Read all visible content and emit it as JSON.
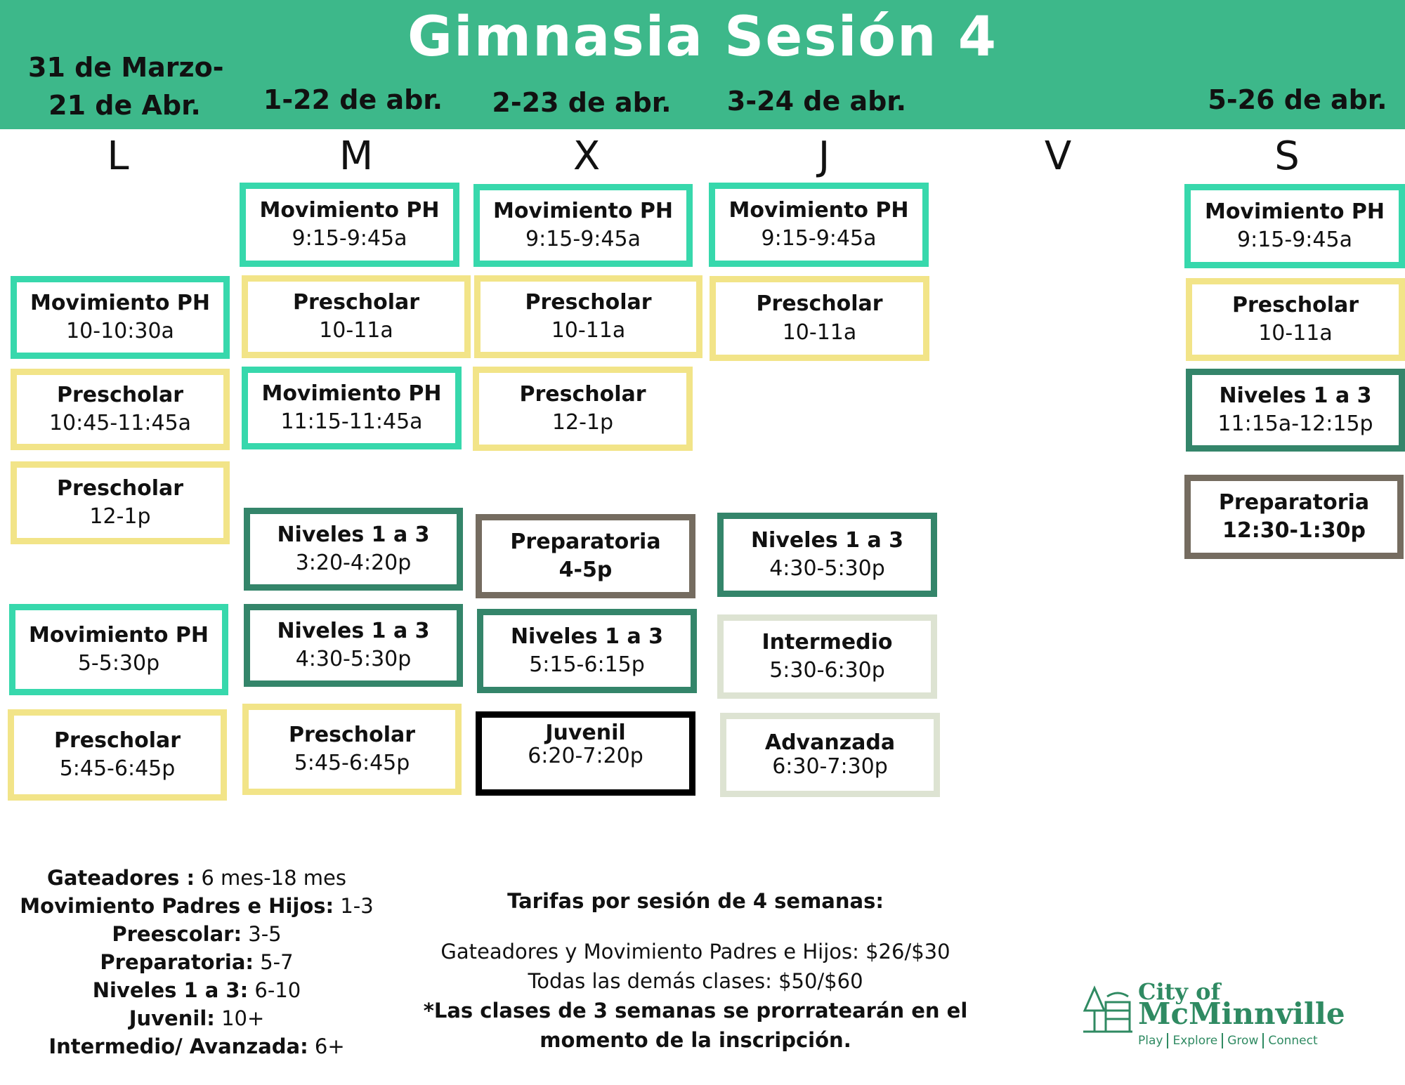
{
  "title": "Gimnasia Sesión 4",
  "dates": {
    "lunes": [
      "31 de Marzo-",
      "21 de Abr."
    ],
    "martes": "1-22 de abr.",
    "miercoles": "2-23 de abr.",
    "jueves": "3-24 de abr.",
    "sabado": "5-26 de abr."
  },
  "days": [
    "L",
    "M",
    "X",
    "J",
    "V",
    "S"
  ],
  "classes": {
    "L": [
      {
        "name": "Movimiento PH",
        "time": "10-10:30a"
      },
      {
        "name": "Prescholar",
        "time": "10:45-11:45a"
      },
      {
        "name": "Prescholar",
        "time": "12-1p"
      },
      {
        "name": "Movimiento PH",
        "time": "5-5:30p"
      },
      {
        "name": "Prescholar",
        "time": "5:45-6:45p"
      }
    ],
    "M": [
      {
        "name": "Movimiento PH",
        "time": "9:15-9:45a"
      },
      {
        "name": "Prescholar",
        "time": "10-11a"
      },
      {
        "name": "Movimiento PH",
        "time": "11:15-11:45a"
      },
      {
        "name": "Niveles 1 a 3",
        "time": "3:20-4:20p"
      },
      {
        "name": "Niveles 1 a 3",
        "time": "4:30-5:30p"
      },
      {
        "name": "Prescholar",
        "time": "5:45-6:45p"
      }
    ],
    "X": [
      {
        "name": "Movimiento PH",
        "time": "9:15-9:45a"
      },
      {
        "name": "Prescholar",
        "time": "10-11a"
      },
      {
        "name": "Prescholar",
        "time": "12-1p"
      },
      {
        "name": "Preparatoria",
        "time": "4-5p"
      },
      {
        "name": "Niveles 1 a 3",
        "time": "5:15-6:15p"
      },
      {
        "name": "Juvenil",
        "time": "6:20-7:20p"
      }
    ],
    "J": [
      {
        "name": "Movimiento PH",
        "time": "9:15-9:45a"
      },
      {
        "name": "Prescholar",
        "time": "10-11a"
      },
      {
        "name": "Niveles 1 a 3",
        "time": "4:30-5:30p"
      },
      {
        "name": "Intermedio",
        "time": "5:30-6:30p"
      },
      {
        "name": "Advanzada",
        "time": "6:30-7:30p"
      }
    ],
    "S": [
      {
        "name": "Movimiento PH",
        "time": "9:15-9:45a"
      },
      {
        "name": "Prescholar",
        "time": "10-11a"
      },
      {
        "name": "Niveles 1 a 3",
        "time": "11:15a-12:15p"
      },
      {
        "name": "Preparatoria",
        "time": "12:30-1:30p"
      }
    ]
  },
  "colors": {
    "movimiento": "#37d8ac",
    "prescholar": "#f2e488",
    "niveles": "#34856a",
    "preparatoria": "#756c60",
    "juvenil": "#000000",
    "intermedio_avanzada": "#dde3d2",
    "header": "#3db88a"
  },
  "ages": [
    {
      "label": "Gateadores :",
      "value": " 6 mes-18 mes"
    },
    {
      "label": "Movimiento Padres e Hijos:",
      "value": " 1-3"
    },
    {
      "label": "Preescolar:",
      "value": " 3-5"
    },
    {
      "label": "Preparatoria:",
      "value": " 5-7"
    },
    {
      "label": "Niveles 1 a 3:",
      "value": " 6-10"
    },
    {
      "label": "Juvenil:",
      "value": " 10+"
    },
    {
      "label": "Intermedio/ Avanzada:",
      "value": " 6+"
    }
  ],
  "fees": {
    "title": "Tarifas por sesión de 4 semanas:",
    "line1": "Gateadores y Movimiento Padres e Hijos: $26/$30",
    "line2": "Todas las demás clases: $50/$60",
    "note1": "*Las clases de 3 semanas se prorratearán en el",
    "note2": "momento de la inscripción."
  },
  "logo": {
    "line1": "City of",
    "line2": "McMinnville",
    "tags": [
      "Play",
      "Explore",
      "Grow",
      "Connect"
    ]
  }
}
